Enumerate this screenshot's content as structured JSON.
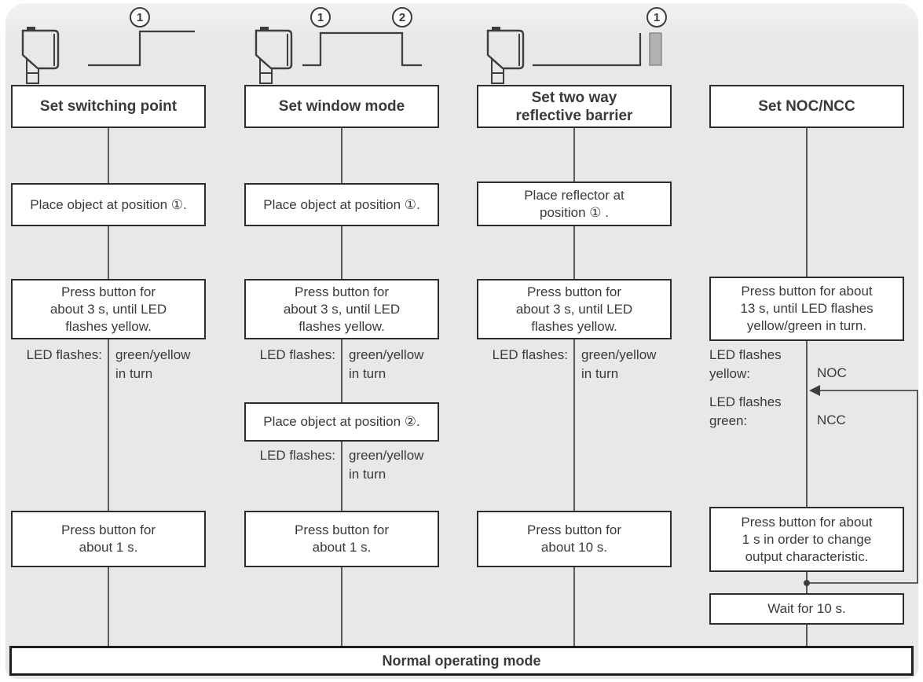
{
  "colors": {
    "panel_bg": "#e8e8e8",
    "line": "#3d3d3d",
    "box_border": "#2d2d2d",
    "text": "#3a3a3a",
    "reflector": "#b2b2b2"
  },
  "badges": {
    "one": "1",
    "two": "2"
  },
  "columns": [
    {
      "title": "Set switching point",
      "place": "Place object at position ①.",
      "press": "Press button for\nabout 3 s, until LED\nflashes yellow.",
      "led_label": "LED flashes:",
      "led_value": "green/yellow\nin turn",
      "final": "Press button for\nabout 1 s."
    },
    {
      "title": "Set window mode",
      "place": "Place object at position ①.",
      "press": "Press button for\nabout 3 s, until LED\nflashes yellow.",
      "led_label": "LED flashes:",
      "led_value": "green/yellow\nin turn",
      "place2": "Place object at position ②.",
      "led_label2": "LED flashes:",
      "led_value2": "green/yellow\nin turn",
      "final": "Press button for\nabout 1 s."
    },
    {
      "title": "Set two way\nreflective barrier",
      "place": "Place reflector at\nposition ① .",
      "press": "Press button for\nabout 3 s, until LED\nflashes yellow.",
      "led_label": "LED flashes:",
      "led_value": "green/yellow\nin turn",
      "final": "Press button for\nabout 10 s."
    },
    {
      "title": "Set NOC/NCC",
      "press": "Press button for about\n13 s, until LED flashes\nyellow/green in turn.",
      "led_yellow_label": "LED flashes\nyellow:",
      "led_yellow_value": "NOC",
      "led_green_label": "LED flashes\ngreen:",
      "led_green_value": "NCC",
      "change": "Press button for about\n1 s in order to change\noutput characteristic.",
      "wait": "Wait for 10 s."
    }
  ],
  "footer": {
    "label": "Normal operating mode"
  }
}
